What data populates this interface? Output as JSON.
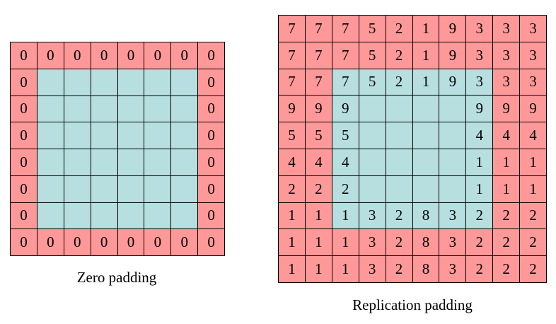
{
  "zero_padding": {
    "caption": "Zero padding",
    "rows": [
      [
        "0",
        "0",
        "0",
        "0",
        "0",
        "0",
        "0",
        "0"
      ],
      [
        "0",
        "",
        "",
        "",
        "",
        "",
        "",
        "0"
      ],
      [
        "0",
        "",
        "",
        "",
        "",
        "",
        "",
        "0"
      ],
      [
        "0",
        "",
        "",
        "",
        "",
        "",
        "",
        "0"
      ],
      [
        "0",
        "",
        "",
        "",
        "",
        "",
        "",
        "0"
      ],
      [
        "0",
        "",
        "",
        "",
        "",
        "",
        "",
        "0"
      ],
      [
        "0",
        "",
        "",
        "",
        "",
        "",
        "",
        "0"
      ],
      [
        "0",
        "0",
        "0",
        "0",
        "0",
        "0",
        "0",
        "0"
      ]
    ],
    "inner_rows": [
      1,
      6
    ],
    "inner_cols": [
      1,
      6
    ]
  },
  "replication_padding": {
    "caption": "Replication padding",
    "rows": [
      [
        "7",
        "7",
        "7",
        "5",
        "2",
        "1",
        "9",
        "3",
        "3",
        "3"
      ],
      [
        "7",
        "7",
        "7",
        "5",
        "2",
        "1",
        "9",
        "3",
        "3",
        "3"
      ],
      [
        "7",
        "7",
        "7",
        "5",
        "2",
        "1",
        "9",
        "3",
        "3",
        "3"
      ],
      [
        "9",
        "9",
        "9",
        "",
        "",
        "",
        "",
        "9",
        "9",
        "9"
      ],
      [
        "5",
        "5",
        "5",
        "",
        "",
        "",
        "",
        "4",
        "4",
        "4"
      ],
      [
        "4",
        "4",
        "4",
        "",
        "",
        "",
        "",
        "1",
        "1",
        "1"
      ],
      [
        "2",
        "2",
        "2",
        "",
        "",
        "",
        "",
        "1",
        "1",
        "1"
      ],
      [
        "1",
        "1",
        "1",
        "3",
        "2",
        "8",
        "3",
        "2",
        "2",
        "2"
      ],
      [
        "1",
        "1",
        "1",
        "3",
        "2",
        "8",
        "3",
        "2",
        "2",
        "2"
      ],
      [
        "1",
        "1",
        "1",
        "3",
        "2",
        "8",
        "3",
        "2",
        "2",
        "2"
      ]
    ],
    "inner_rows": [
      2,
      7
    ],
    "inner_cols": [
      2,
      7
    ]
  },
  "colors": {
    "padding": "#ff9999",
    "inner": "#b7dfe0"
  }
}
